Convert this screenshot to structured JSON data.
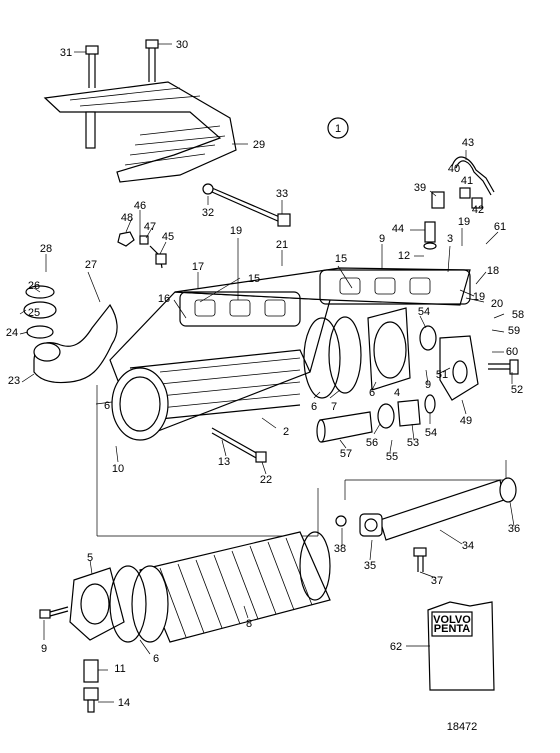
{
  "diagram_number": "1",
  "drawing_id": "18472",
  "booklet": {
    "brand_line1": "VOLVO",
    "brand_line2": "PENTA"
  },
  "callouts": [
    {
      "id": "c31",
      "text": "31"
    },
    {
      "id": "c30",
      "text": "30"
    },
    {
      "id": "c29",
      "text": "29"
    },
    {
      "id": "c33",
      "text": "33"
    },
    {
      "id": "c32",
      "text": "32"
    },
    {
      "id": "c43",
      "text": "43"
    },
    {
      "id": "c40",
      "text": "40"
    },
    {
      "id": "c41",
      "text": "41"
    },
    {
      "id": "c39",
      "text": "39"
    },
    {
      "id": "c42",
      "text": "42"
    },
    {
      "id": "c44",
      "text": "44"
    },
    {
      "id": "c46",
      "text": "46"
    },
    {
      "id": "c48",
      "text": "48"
    },
    {
      "id": "c47",
      "text": "47"
    },
    {
      "id": "c45",
      "text": "45"
    },
    {
      "id": "c19a",
      "text": "19"
    },
    {
      "id": "c21",
      "text": "21"
    },
    {
      "id": "c9a",
      "text": "9"
    },
    {
      "id": "c12",
      "text": "12"
    },
    {
      "id": "c3",
      "text": "3"
    },
    {
      "id": "c19b",
      "text": "19"
    },
    {
      "id": "c61",
      "text": "61"
    },
    {
      "id": "c28",
      "text": "28"
    },
    {
      "id": "c27",
      "text": "27"
    },
    {
      "id": "c17",
      "text": "17"
    },
    {
      "id": "c15a",
      "text": "15"
    },
    {
      "id": "c15b",
      "text": "15"
    },
    {
      "id": "c18",
      "text": "18"
    },
    {
      "id": "c26",
      "text": "26"
    },
    {
      "id": "c16",
      "text": "16"
    },
    {
      "id": "c19c",
      "text": "19"
    },
    {
      "id": "c20",
      "text": "20"
    },
    {
      "id": "c25",
      "text": "25"
    },
    {
      "id": "c54a",
      "text": "54"
    },
    {
      "id": "c58",
      "text": "58"
    },
    {
      "id": "c24",
      "text": "24"
    },
    {
      "id": "c59",
      "text": "59"
    },
    {
      "id": "c60",
      "text": "60"
    },
    {
      "id": "c23",
      "text": "23"
    },
    {
      "id": "c51",
      "text": "51"
    },
    {
      "id": "c9b",
      "text": "9"
    },
    {
      "id": "c4",
      "text": "4"
    },
    {
      "id": "c52",
      "text": "52"
    },
    {
      "id": "c6a",
      "text": "6"
    },
    {
      "id": "c6b",
      "text": "6"
    },
    {
      "id": "c7",
      "text": "7"
    },
    {
      "id": "c6c",
      "text": "6"
    },
    {
      "id": "c49",
      "text": "49"
    },
    {
      "id": "c2",
      "text": "2"
    },
    {
      "id": "c54b",
      "text": "54"
    },
    {
      "id": "c56",
      "text": "56"
    },
    {
      "id": "c53",
      "text": "53"
    },
    {
      "id": "c10",
      "text": "10"
    },
    {
      "id": "c57",
      "text": "57"
    },
    {
      "id": "c55",
      "text": "55"
    },
    {
      "id": "c13",
      "text": "13"
    },
    {
      "id": "c22",
      "text": "22"
    },
    {
      "id": "c36",
      "text": "36"
    },
    {
      "id": "c34",
      "text": "34"
    },
    {
      "id": "c38",
      "text": "38"
    },
    {
      "id": "c35",
      "text": "35"
    },
    {
      "id": "c37",
      "text": "37"
    },
    {
      "id": "c5",
      "text": "5"
    },
    {
      "id": "c8",
      "text": "8"
    },
    {
      "id": "c62",
      "text": "62"
    },
    {
      "id": "c9c",
      "text": "9"
    },
    {
      "id": "c6d",
      "text": "6"
    },
    {
      "id": "c11",
      "text": "11"
    },
    {
      "id": "c14",
      "text": "14"
    }
  ]
}
